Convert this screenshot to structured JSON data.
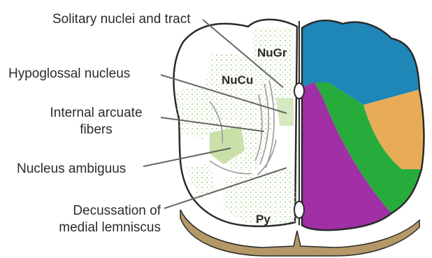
{
  "labels": {
    "solitary": "Solitary nuclei and tract",
    "hypoglossal": "Hypoglossal nucleus",
    "arcuate_line1": "Internal arcuate",
    "arcuate_line2": "fibers",
    "ambiguus": "Nucleus ambiguus",
    "decussation_line1": "Decussation of",
    "decussation_line2": "medial lemniscus"
  },
  "region_labels": {
    "nugr": "NuGr",
    "nucu": "NuCu",
    "py": "Py"
  },
  "colors": {
    "outline": "#2a2a2a",
    "leader_line": "#666666",
    "base_tan": "#b59868",
    "left_fill": "#ffffff",
    "stipple": "#b9d79a",
    "blue": "#1f86b8",
    "purple": "#a12fa6",
    "green": "#27ac3c",
    "orange": "#e8ac57",
    "groove": "#d9d9d9"
  }
}
